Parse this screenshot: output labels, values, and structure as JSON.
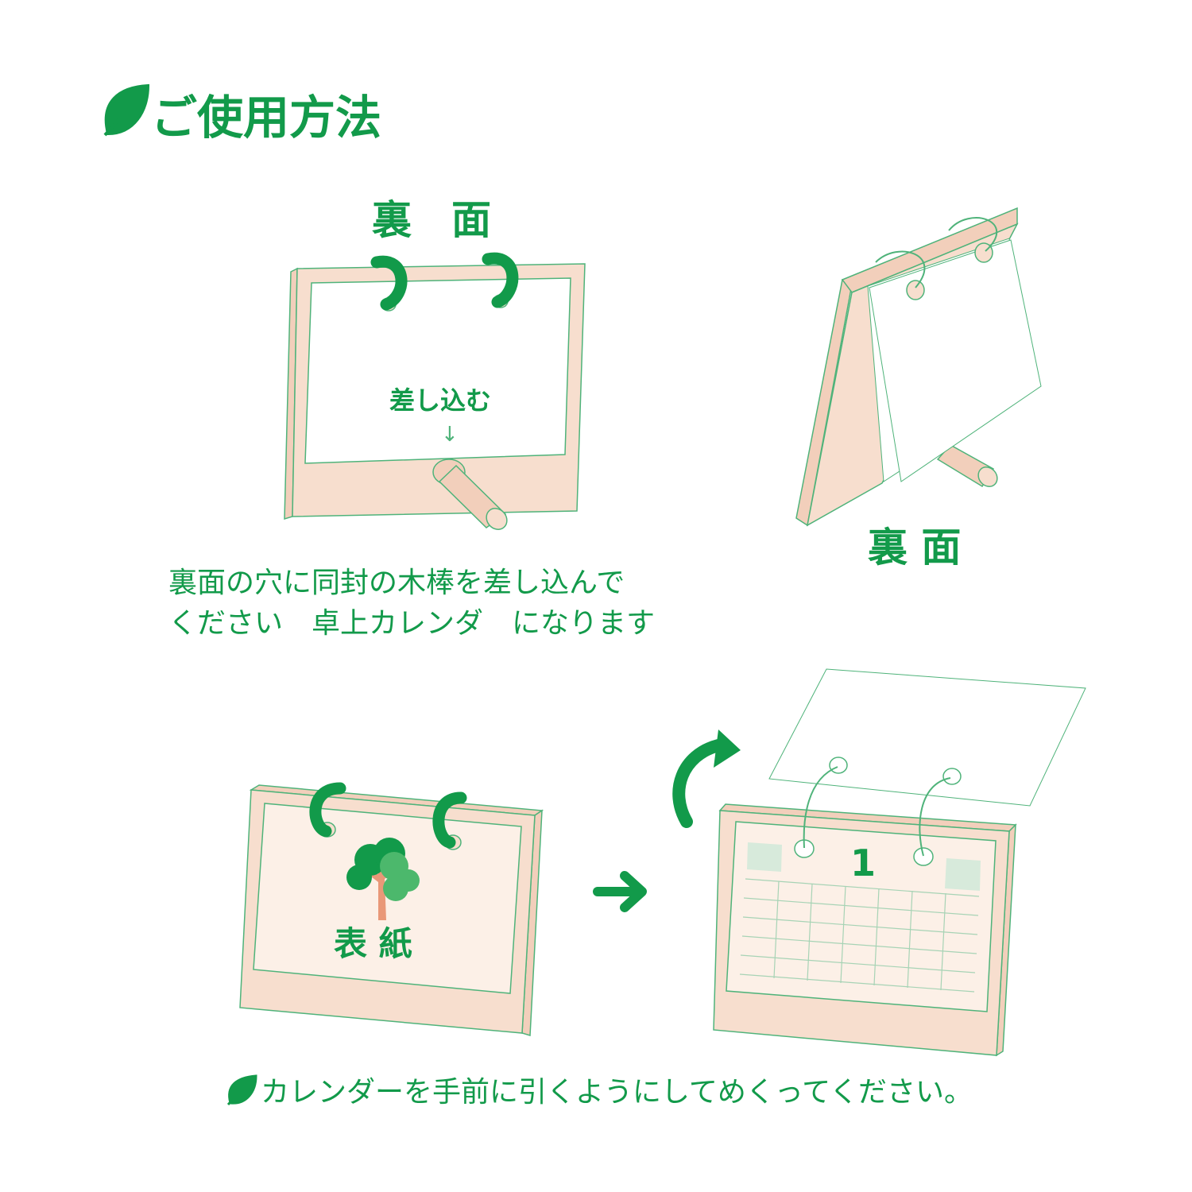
{
  "title": "ご使用方法",
  "colors": {
    "green": "#129a4a",
    "board": "#f7dece",
    "board_inner": "#fcf0e7",
    "thin_line": "#4fb37a",
    "calendar_box": "#d7eadb",
    "tree_trunk": "#e99878",
    "tree_light": "#4cb86c",
    "tree_dark": "#129a4a"
  },
  "step1": {
    "back_label": "裏　面",
    "insert_label": "差し込む",
    "insert_arrow": "↓",
    "instruction_line1": "裏面の穴に同封の木棒を差し込んで",
    "instruction_line2": "ください　卓上カレンダ　になります"
  },
  "step2": {
    "back_label": "裏 面"
  },
  "step3": {
    "cover_label": "表 紙",
    "calendar_number": "1",
    "footer_note": "カレンダーを手前に引くようにしてめくってください。"
  },
  "icons": [
    "leaf-icon",
    "ring-icon",
    "arrow-right-icon",
    "curved-arrow-icon",
    "tree-icon"
  ]
}
